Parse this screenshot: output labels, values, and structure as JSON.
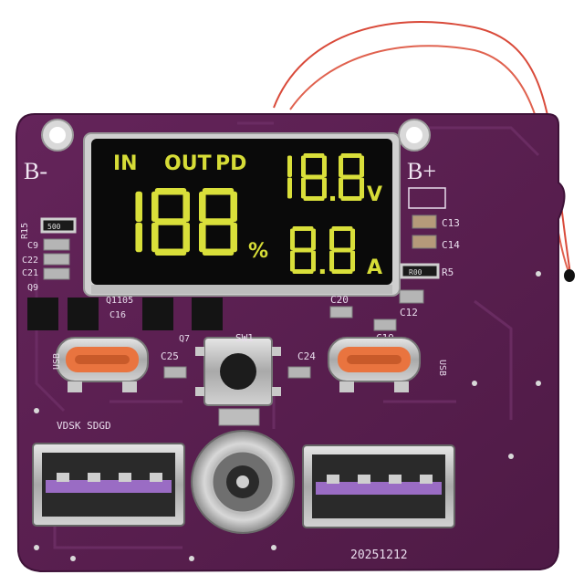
{
  "display": {
    "in_label": "IN",
    "out_label": "OUT",
    "pd_label": "PD",
    "percent_digits": "188",
    "percent_unit": "%",
    "voltage_digits": "18.8",
    "voltage_unit": "V",
    "current_digits": "8.8",
    "current_unit": "A"
  },
  "silkscreen": {
    "b_minus": "B-",
    "b_plus": "B+",
    "r15": "R15",
    "c9": "C9",
    "c22": "C22",
    "c21": "C21",
    "q9": "Q9",
    "c13": "C13",
    "c14": "C14",
    "r5": "R5",
    "c20": "C20",
    "c12": "C12",
    "c19": "C19",
    "q1105": "Q1105",
    "c16": "C16",
    "q7": "Q7",
    "sw1": "SW1",
    "c25": "C25",
    "c24": "C24",
    "usb_left": "USB",
    "usb_right": "USB",
    "pinout": "VDSK SDGD",
    "date_code": "20251212",
    "resistor_500": "500",
    "resistor_r00": "R00"
  },
  "colors": {
    "pcb": "#5a1f4e",
    "pcb_edge": "#4a1640",
    "lcd_bg": "#0a0a0a",
    "lcd_segment": "#d6dc37",
    "usb_c_orange": "#e9743f",
    "usb_a_purple": "#9a6cc4",
    "copper_pad": "#c9c9c9"
  },
  "icons": {
    "thermistor": "ntc-thermistor-icon",
    "button": "tactile-switch-icon",
    "dc_jack": "dc-barrel-jack-icon"
  }
}
